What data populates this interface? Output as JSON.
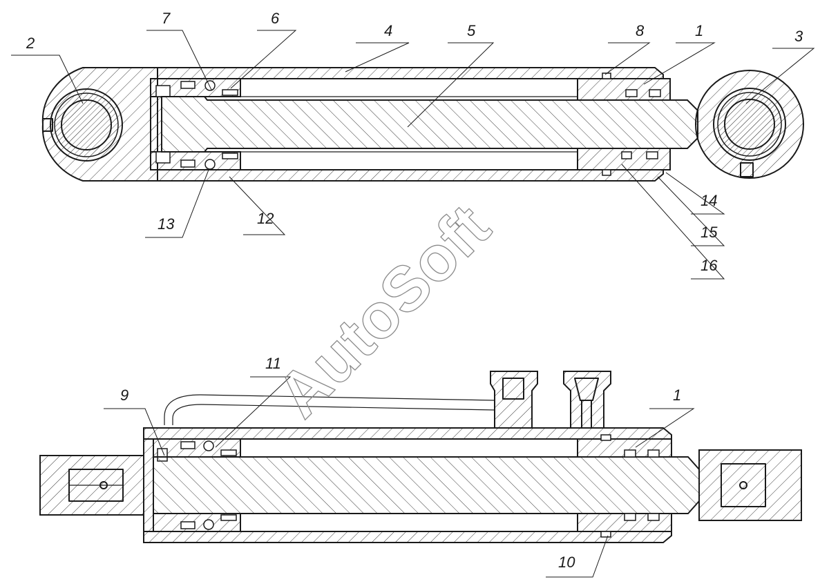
{
  "watermark": "AutoSoft",
  "callouts": {
    "top": [
      "2",
      "7",
      "6",
      "4",
      "5",
      "8",
      "1",
      "3",
      "13",
      "12",
      "14",
      "15",
      "16"
    ],
    "bottom": [
      "9",
      "11",
      "1",
      "10"
    ]
  }
}
